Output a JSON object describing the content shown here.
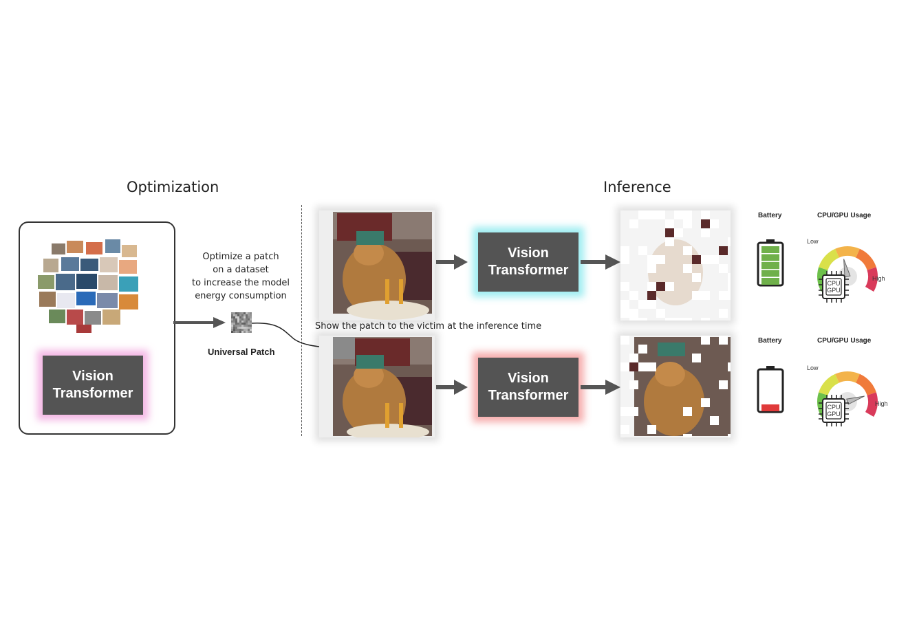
{
  "headings": {
    "optimization": "Optimization",
    "inference": "Inference"
  },
  "left_panel": {
    "model_label": "Vision\nTransformer"
  },
  "optimize_caption": [
    "Optimize a patch",
    "on a dataset",
    "to increase the model",
    "energy consumption"
  ],
  "patch_label": "Universal Patch",
  "show_caption": "Show the patch to the victim at the inference time",
  "rows": [
    {
      "model_label": "Vision\nTransformer",
      "battery_title": "Battery",
      "usage_title": "CPU/GPU Usage",
      "gauge_low": "Low",
      "gauge_high": "High",
      "chip_label_1": "CPU",
      "chip_label_2": "GPU",
      "battery_level": 1.0,
      "gauge_level": 0.45,
      "glow_color": "#96ebf0",
      "battery_color": "#6fb04a"
    },
    {
      "model_label": "Vision\nTransformer",
      "battery_title": "Battery",
      "usage_title": "CPU/GPU Usage",
      "gauge_low": "Low",
      "gauge_high": "High",
      "chip_label_1": "CPU",
      "chip_label_2": "GPU",
      "battery_level": 0.15,
      "gauge_level": 0.8,
      "glow_color": "#f5a0a0",
      "battery_color": "#e03a3a"
    }
  ]
}
